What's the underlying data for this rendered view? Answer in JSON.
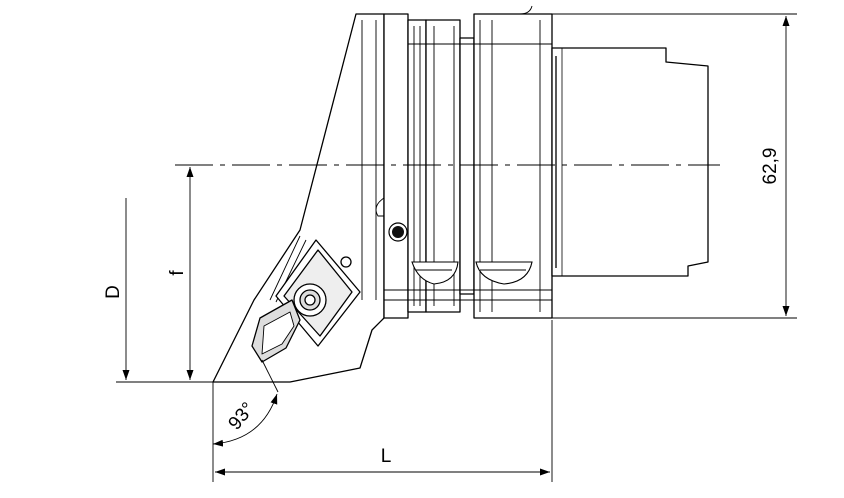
{
  "diagram": {
    "labels": {
      "D": "D",
      "f": "f",
      "height": "62,9",
      "angle": "93°",
      "L": "L"
    },
    "colors": {
      "line": "#000000",
      "shade": "#d9d9d9",
      "background": "#ffffff"
    }
  }
}
